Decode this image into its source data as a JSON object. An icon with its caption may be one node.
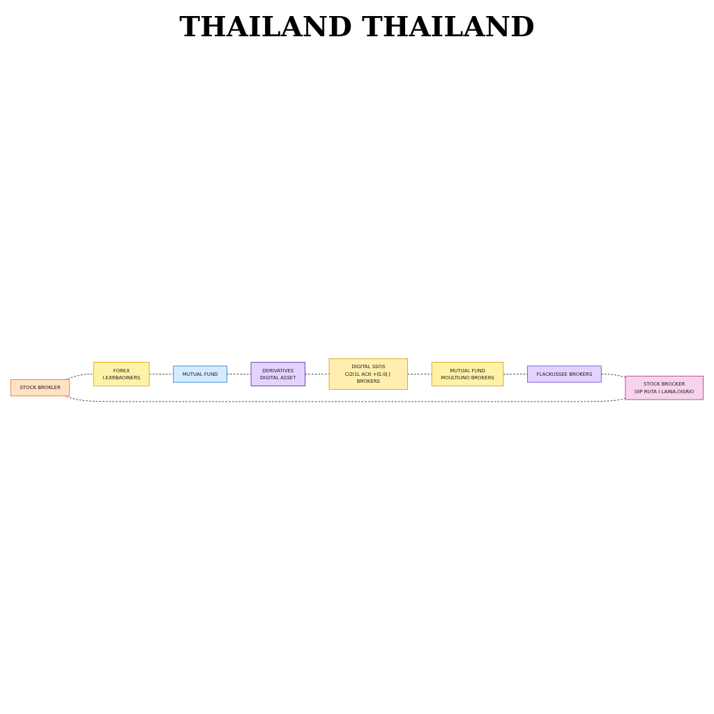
{
  "diagram": {
    "title": "THAILAND THAILAND",
    "nodes": [
      {
        "text": [
          "STOCK BROKLER"
        ]
      },
      {
        "text": [
          "FOREX",
          "I.EXRBAOINERS"
        ]
      },
      {
        "text": [
          "MUTUAL FUND"
        ]
      },
      {
        "text": [
          "DERIVATIVES",
          "DIGITAL ASSET"
        ]
      },
      {
        "text": [
          "DIGITAL SSOS",
          "CI2I1L ACIt +IS.0J J BROKERS"
        ]
      },
      {
        "text": [
          "MUTUAL FUND",
          "MOULTIUNO BROKERS"
        ]
      },
      {
        "text": [
          "FLACKUSSEE BROKERS"
        ]
      },
      {
        "text": [
          "STOCK BROCKER",
          "OIP RUTA I LAINA.OISRIO"
        ]
      }
    ],
    "edges": [
      {
        "from": 0,
        "to": 1,
        "arrow": "none",
        "style": "dashed"
      },
      {
        "from": 1,
        "to": 2,
        "arrow": "none",
        "style": "dashed"
      },
      {
        "from": 2,
        "to": 3,
        "arrow": "none",
        "style": "dashed"
      },
      {
        "from": 3,
        "to": 4,
        "arrow": "none",
        "style": "dashed"
      },
      {
        "from": 4,
        "to": 5,
        "arrow": "none",
        "style": "dashed"
      },
      {
        "from": 5,
        "to": 6,
        "arrow": "none",
        "style": "dashed"
      },
      {
        "from": 6,
        "to": 7,
        "arrow": "none",
        "style": "dashed"
      },
      {
        "from": 7,
        "to": 0,
        "arrow": "none",
        "style": "dashed"
      }
    ]
  }
}
